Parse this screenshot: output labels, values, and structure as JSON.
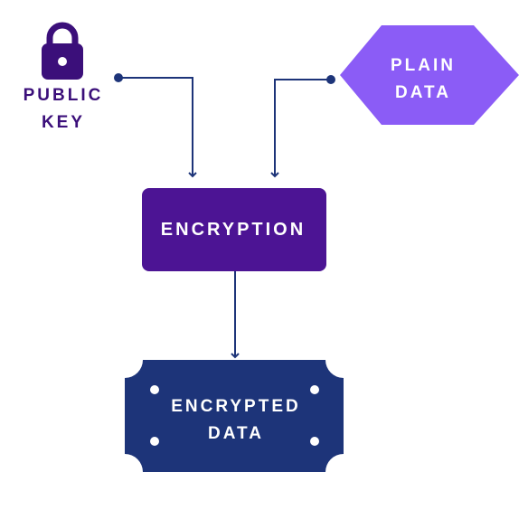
{
  "public_key": {
    "line1": "PUBLIC",
    "line2": "KEY"
  },
  "plain_data": {
    "line1": "PLAIN",
    "line2": "DATA"
  },
  "encryption": {
    "label": "ENCRYPTION"
  },
  "encrypted_data": {
    "line1": "ENCRYPTED",
    "line2": "DATA"
  },
  "colors": {
    "lock": "#3b0f7a",
    "plain_hexagon": "#8b5cf6",
    "encryption_box": "#4c1494",
    "encrypted_box": "#1d3479",
    "connector": "#1d3479"
  }
}
